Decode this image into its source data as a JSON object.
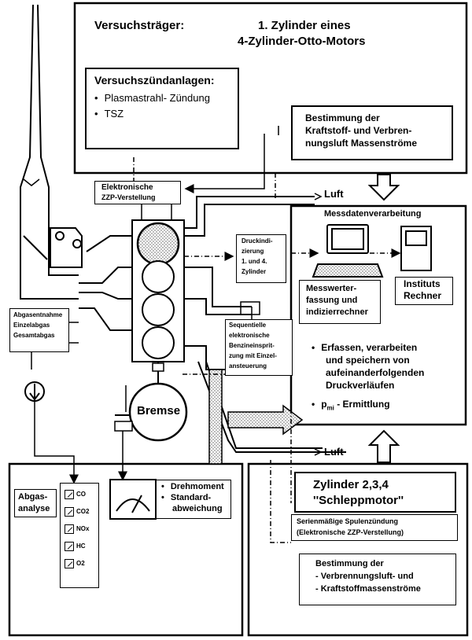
{
  "header": {
    "label": "Versuchsträger:",
    "title_line1": "1. Zylinder eines",
    "title_line2": "4-Zylinder-Otto-Motors"
  },
  "ignition": {
    "heading": "Versuchszündanlagen:",
    "items": [
      "Plasmastrahl- Zündung",
      "TSZ"
    ]
  },
  "mass_flow_top": {
    "line1": "Bestimmung der",
    "line2": "Kraftstoff- und Verbren-",
    "line3": "nungsluft Massenströme"
  },
  "zzp": {
    "line1": "Elektronische",
    "line2": "ZZP-Verstellung"
  },
  "luft_top": "Luft",
  "luft_bottom": "Luft",
  "messdaten": {
    "heading": "Messdatenverarbeitung",
    "druck": [
      "Druckindi-",
      "zierung",
      "1. und 4.",
      "Zylinder"
    ],
    "erfassung": [
      "Messwerter-",
      "fassung und",
      "indizierrechner"
    ],
    "rechner": [
      "Instituts",
      "Rechner"
    ],
    "bullets": [
      [
        "Erfassen, verarbeiten",
        "und speichern von",
        "aufeinanderfolgenden",
        "Druckverläufen"
      ],
      [
        "p",
        "mi",
        " - Ermittlung"
      ]
    ]
  },
  "abgasentnahme": [
    "Abgasentnahme",
    "Einzelabgas",
    "Gesamtabgas"
  ],
  "injection": [
    "Sequentielle",
    "elektronische",
    "Benzineinsprit-",
    "zung mit Einzel-",
    "ansteuerung"
  ],
  "brake": "Bremse",
  "abgasanalyse": {
    "label_line1": "Abgas-",
    "label_line2": "analyse",
    "gases": [
      "CO",
      "CO2",
      "NOx",
      "HC",
      "O2"
    ]
  },
  "torque": {
    "items": [
      "Drehmoment",
      "Standard-",
      "abweichung"
    ]
  },
  "schlepp": {
    "line1": "Zylinder   2,3,4",
    "line2": "''Schleppmotor''"
  },
  "serien": {
    "line1": "Serienmäßige Spulenzündung",
    "line2": "(Elektronische ZZP-Verstellung)"
  },
  "mass_flow_bottom": {
    "line1": "Bestimmung der",
    "line2": "- Verbrennungsluft- und",
    "line3": "- Kraftstoffmassenströme"
  },
  "colors": {
    "ink": "#000000",
    "paper": "#ffffff",
    "stipple": "#555555"
  }
}
